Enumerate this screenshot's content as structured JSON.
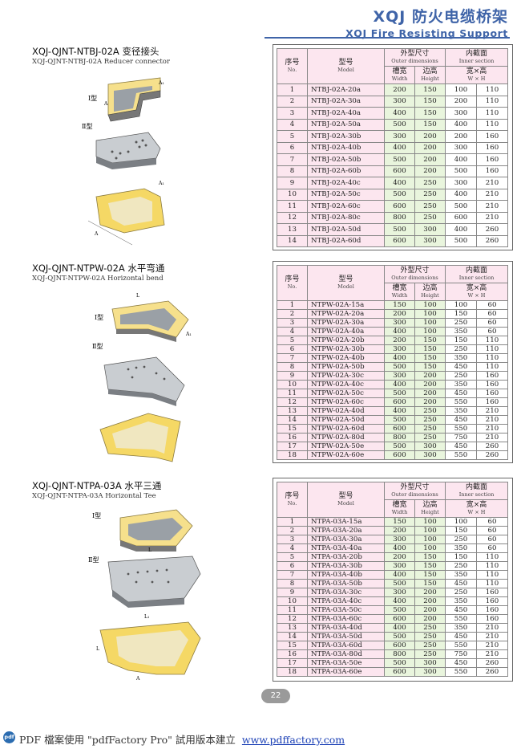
{
  "brand": {
    "title_cn": "XQJ 防火电缆桥架",
    "title_en": "XQJ Fire Resisting Support"
  },
  "headers": {
    "no_cn": "序号",
    "no_en": "No.",
    "model_cn": "型号",
    "model_en": "Model",
    "outer_cn": "外型尺寸",
    "outer_en": "Outer dimensions",
    "inner_cn": "内截面",
    "inner_en": "Inner section",
    "width_cn": "槽宽",
    "width_en": "Width",
    "height_cn": "边高",
    "height_en": "Height",
    "wh_cn": "宽×高",
    "wh_en": "W × H"
  },
  "sections": [
    {
      "title": "XQJ-QJNT-NTBJ-02A 变径接头",
      "subtitle": "XQJ-QJNT-NTBJ-02A Reducer connector",
      "labels": [
        "Ⅰ型",
        "Ⅱ型"
      ],
      "rows": [
        [
          "1",
          "NTBJ-02A-20a",
          "200",
          "150",
          "100",
          "110"
        ],
        [
          "2",
          "NTBJ-02A-30a",
          "300",
          "150",
          "200",
          "110"
        ],
        [
          "3",
          "NTBJ-02A-40a",
          "400",
          "150",
          "300",
          "110"
        ],
        [
          "4",
          "NTBJ-02A-50a",
          "500",
          "150",
          "400",
          "110"
        ],
        [
          "5",
          "NTBJ-02A-30b",
          "300",
          "200",
          "200",
          "160"
        ],
        [
          "6",
          "NTBJ-02A-40b",
          "400",
          "200",
          "300",
          "160"
        ],
        [
          "7",
          "NTBJ-02A-50b",
          "500",
          "200",
          "400",
          "160"
        ],
        [
          "8",
          "NTBJ-02A-60b",
          "600",
          "200",
          "500",
          "160"
        ],
        [
          "9",
          "NTBJ-02A-40c",
          "400",
          "250",
          "300",
          "210"
        ],
        [
          "10",
          "NTBJ-02A-50c",
          "500",
          "250",
          "400",
          "210"
        ],
        [
          "11",
          "NTBJ-02A-60c",
          "600",
          "250",
          "500",
          "210"
        ],
        [
          "12",
          "NTBJ-02A-80c",
          "800",
          "250",
          "600",
          "210"
        ],
        [
          "13",
          "NTBJ-02A-50d",
          "500",
          "300",
          "400",
          "260"
        ],
        [
          "14",
          "NTBJ-02A-60d",
          "600",
          "300",
          "500",
          "260"
        ]
      ]
    },
    {
      "title": "XQJ-QJNT-NTPW-02A 水平弯通",
      "subtitle": "XQJ-QJNT-NTPW-02A Horizontal bend",
      "labels": [
        "Ⅰ型",
        "Ⅱ型"
      ],
      "rows": [
        [
          "1",
          "NTPW-02A-15a",
          "150",
          "100",
          "100",
          "60"
        ],
        [
          "2",
          "NTPW-02A-20a",
          "200",
          "100",
          "150",
          "60"
        ],
        [
          "3",
          "NTPW-02A-30a",
          "300",
          "100",
          "250",
          "60"
        ],
        [
          "4",
          "NTPW-02A-40a",
          "400",
          "100",
          "350",
          "60"
        ],
        [
          "5",
          "NTPW-02A-20b",
          "200",
          "150",
          "150",
          "110"
        ],
        [
          "6",
          "NTPW-02A-30b",
          "300",
          "150",
          "250",
          "110"
        ],
        [
          "7",
          "NTPW-02A-40b",
          "400",
          "150",
          "350",
          "110"
        ],
        [
          "8",
          "NTPW-02A-50b",
          "500",
          "150",
          "450",
          "110"
        ],
        [
          "9",
          "NTPW-02A-30c",
          "300",
          "200",
          "250",
          "160"
        ],
        [
          "10",
          "NTPW-02A-40c",
          "400",
          "200",
          "350",
          "160"
        ],
        [
          "11",
          "NTPW-02A-50c",
          "500",
          "200",
          "450",
          "160"
        ],
        [
          "12",
          "NTPW-02A-60c",
          "600",
          "200",
          "550",
          "160"
        ],
        [
          "13",
          "NTPW-02A-40d",
          "400",
          "250",
          "350",
          "210"
        ],
        [
          "14",
          "NTPW-02A-50d",
          "500",
          "250",
          "450",
          "210"
        ],
        [
          "15",
          "NTPW-02A-60d",
          "600",
          "250",
          "550",
          "210"
        ],
        [
          "16",
          "NTPW-02A-80d",
          "800",
          "250",
          "750",
          "210"
        ],
        [
          "17",
          "NTPW-02A-50e",
          "500",
          "300",
          "450",
          "260"
        ],
        [
          "18",
          "NTPW-02A-60e",
          "600",
          "300",
          "550",
          "260"
        ]
      ]
    },
    {
      "title": "XQJ-QJNT-NTPA-03A 水平三通",
      "subtitle": "XQJ-QJNT-NTPA-03A Horizontal Tee",
      "labels": [
        "Ⅰ型",
        "Ⅱ型"
      ],
      "rows": [
        [
          "1",
          "NTPA-03A-15a",
          "150",
          "100",
          "100",
          "60"
        ],
        [
          "2",
          "NTPA-03A-20a",
          "200",
          "100",
          "150",
          "60"
        ],
        [
          "3",
          "NTPA-03A-30a",
          "300",
          "100",
          "250",
          "60"
        ],
        [
          "4",
          "NTPA-03A-40a",
          "400",
          "100",
          "350",
          "60"
        ],
        [
          "5",
          "NTPA-03A-20b",
          "200",
          "150",
          "150",
          "110"
        ],
        [
          "6",
          "NTPA-03A-30b",
          "300",
          "150",
          "250",
          "110"
        ],
        [
          "7",
          "NTPA-03A-40b",
          "400",
          "150",
          "350",
          "110"
        ],
        [
          "8",
          "NTPA-03A-50b",
          "500",
          "150",
          "450",
          "110"
        ],
        [
          "9",
          "NTPA-03A-30c",
          "300",
          "200",
          "250",
          "160"
        ],
        [
          "10",
          "NTPA-03A-40c",
          "400",
          "200",
          "350",
          "160"
        ],
        [
          "11",
          "NTPA-03A-50c",
          "500",
          "200",
          "450",
          "160"
        ],
        [
          "12",
          "NTPA-03A-60c",
          "600",
          "200",
          "550",
          "160"
        ],
        [
          "13",
          "NTPA-03A-40d",
          "400",
          "250",
          "350",
          "210"
        ],
        [
          "14",
          "NTPA-03A-50d",
          "500",
          "250",
          "450",
          "210"
        ],
        [
          "15",
          "NTPA-03A-60d",
          "600",
          "250",
          "550",
          "210"
        ],
        [
          "16",
          "NTPA-03A-80d",
          "800",
          "250",
          "750",
          "210"
        ],
        [
          "17",
          "NTPA-03A-50e",
          "500",
          "300",
          "450",
          "260"
        ],
        [
          "18",
          "NTPA-03A-60e",
          "600",
          "300",
          "550",
          "260"
        ]
      ]
    }
  ],
  "dims": {
    "A": "A",
    "A1": "A₁",
    "L": "L",
    "L1": "L₁"
  },
  "page_number": "22",
  "footer": {
    "icon": "pdf",
    "text": "PDF 檔案使用 \"pdfFactory Pro\" 試用版本建立",
    "link": "www.pdffactory.com"
  }
}
